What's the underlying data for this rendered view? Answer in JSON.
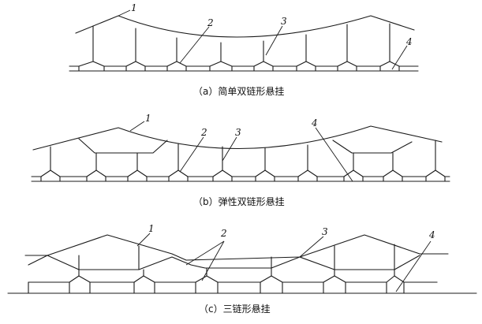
{
  "figure": {
    "panels": [
      {
        "id": "a",
        "caption": "（a）简单双链形悬挂",
        "labels": [
          "1",
          "2",
          "3",
          "4"
        ]
      },
      {
        "id": "b",
        "caption": "（b）弹性双链形悬挂",
        "labels": [
          "1",
          "2",
          "3",
          "4"
        ]
      },
      {
        "id": "c",
        "caption": "（c）三链形悬挂",
        "labels": [
          "1",
          "2",
          "3",
          "4"
        ]
      }
    ]
  }
}
